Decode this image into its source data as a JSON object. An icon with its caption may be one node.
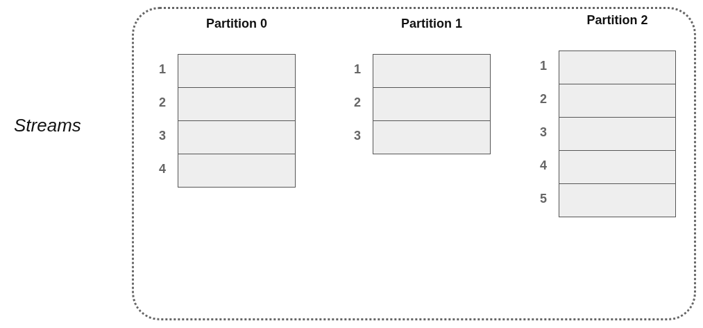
{
  "diagram": {
    "nodes": [
      {
        "text": [
          "Streams"
        ]
      },
      {
        "text": [
          "Partition 0"
        ],
        "in": 0
      },
      {
        "text": [],
        "shape": "box",
        "in": 1,
        "beside": [
          "1"
        ]
      },
      {
        "text": [],
        "shape": "box",
        "in": 1,
        "beside": [
          "2"
        ]
      },
      {
        "text": [],
        "shape": "box",
        "in": 1,
        "beside": [
          "3"
        ]
      },
      {
        "text": [],
        "shape": "box",
        "in": 1,
        "beside": [
          "4"
        ]
      },
      {
        "text": [
          "Partition 1"
        ],
        "in": 0
      },
      {
        "text": [],
        "shape": "box",
        "in": 6,
        "beside": [
          "1"
        ]
      },
      {
        "text": [],
        "shape": "box",
        "in": 6,
        "beside": [
          "2"
        ]
      },
      {
        "text": [],
        "shape": "box",
        "in": 6,
        "beside": [
          "3"
        ]
      },
      {
        "text": [
          "Partition 2"
        ],
        "in": 0
      },
      {
        "text": [],
        "shape": "box",
        "in": 10,
        "beside": [
          "1"
        ]
      },
      {
        "text": [],
        "shape": "box",
        "in": 10,
        "beside": [
          "2"
        ]
      },
      {
        "text": [],
        "shape": "box",
        "in": 10,
        "beside": [
          "3"
        ]
      },
      {
        "text": [],
        "shape": "box",
        "in": 10,
        "beside": [
          "4"
        ]
      },
      {
        "text": [],
        "shape": "box",
        "in": 10,
        "beside": [
          "5"
        ]
      }
    ]
  }
}
